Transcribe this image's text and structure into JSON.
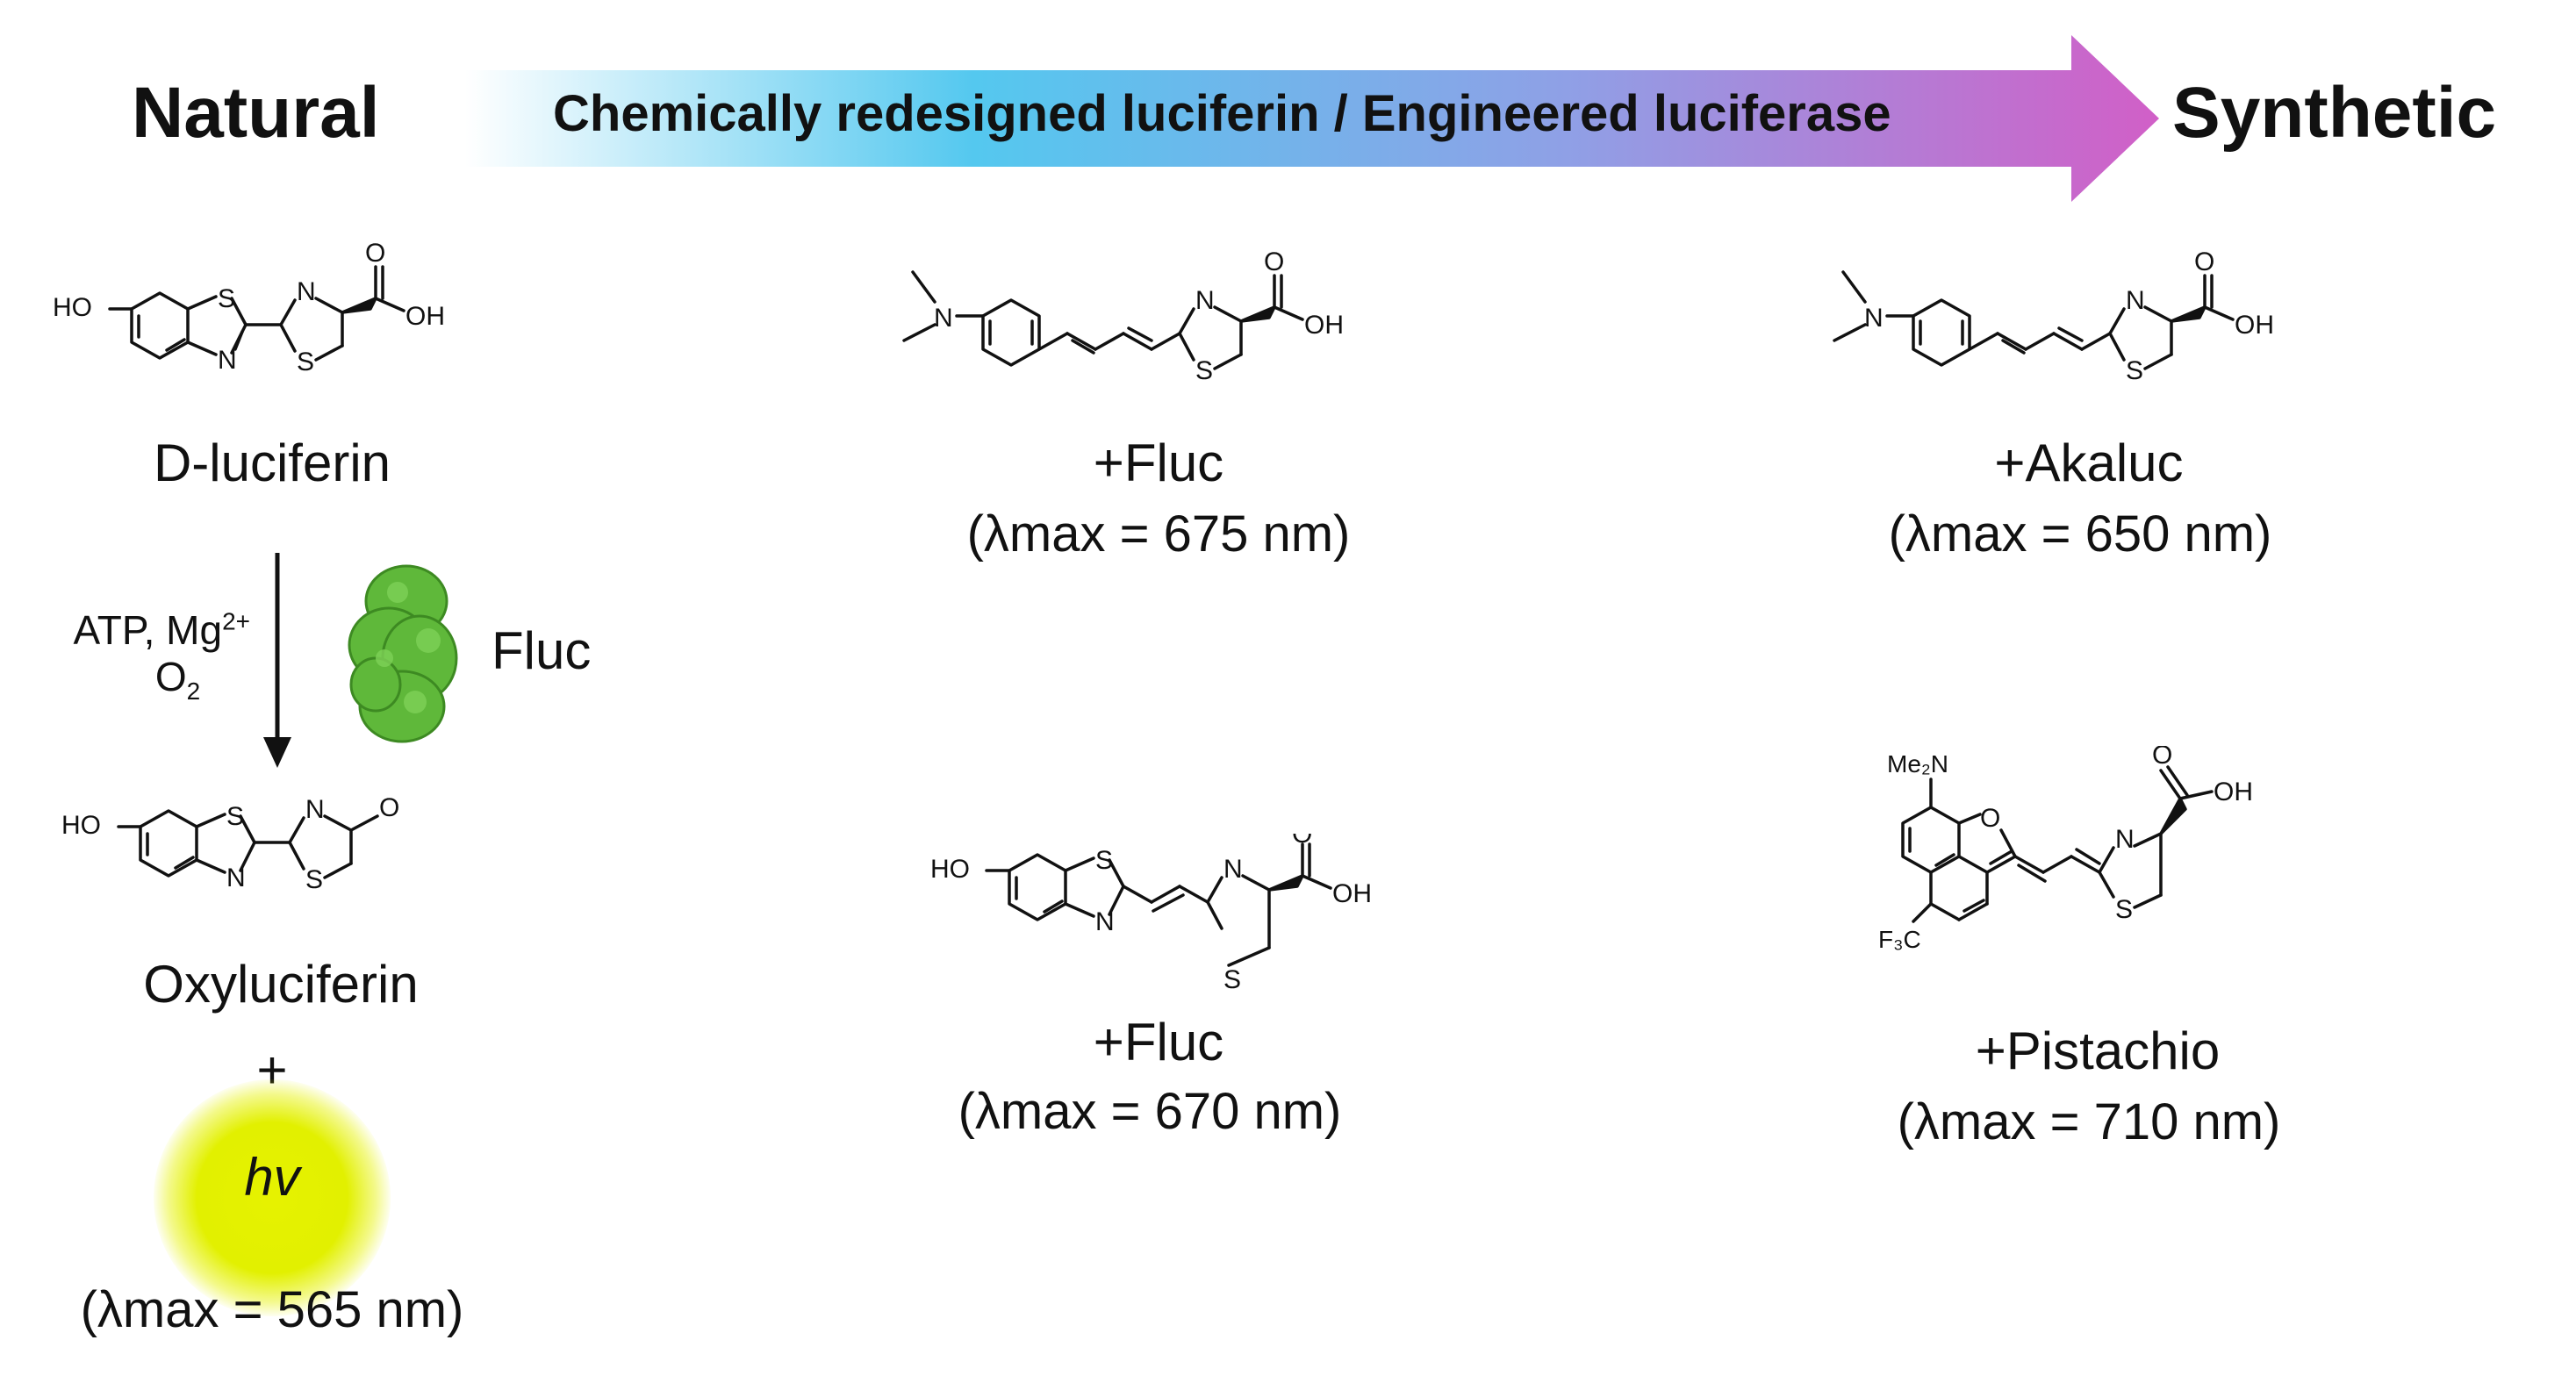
{
  "header": {
    "left": "Natural",
    "arrow_text": "Chemically redesigned luciferin / Engineered luciferase",
    "right": "Synthetic",
    "arrow_colors": [
      "#ffffff",
      "#54c8ef",
      "#8fa0e6",
      "#d15fc7"
    ]
  },
  "natural": {
    "substrate": "D-luciferin",
    "reagents_line1": "ATP, Mg",
    "reagents_sup": "2+",
    "reagents_line2_main": "O",
    "reagents_line2_sub": "2",
    "enzyme": "Fluc",
    "product": "Oxyluciferin",
    "plus": "+",
    "light": "hv",
    "light_color": "#dff000",
    "lambda": "(λmax = 565 nm)"
  },
  "middle": {
    "top_enzyme": "+Fluc",
    "top_lambda": "(λmax = 675 nm)",
    "bottom_enzyme": "+Fluc",
    "bottom_lambda": "(λmax = 670 nm)"
  },
  "right": {
    "top_enzyme": "+Akaluc",
    "top_lambda": "(λmax = 650 nm)",
    "bottom_enzyme": "+Pistachio",
    "bottom_lambda": "(λmax = 710 nm)"
  },
  "atoms": {
    "ho": "HO",
    "oh": "OH",
    "o": "O",
    "s": "S",
    "n": "N",
    "me2n": "Me₂N",
    "f3c": "F₃C"
  },
  "protein_color": "#5fb83a"
}
